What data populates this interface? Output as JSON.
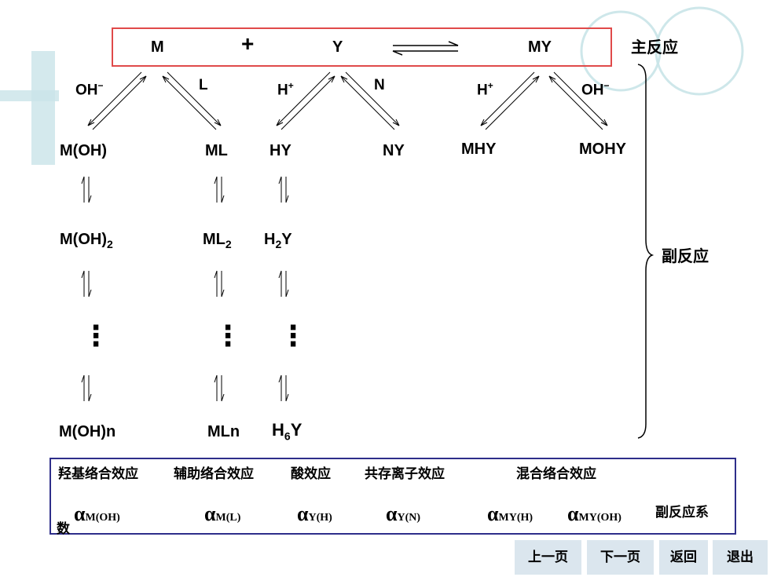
{
  "main_reaction": {
    "m": "M",
    "plus": "+",
    "y": "Y",
    "my": "MY",
    "label": "主反应"
  },
  "reagents": {
    "oh_left": "OH",
    "oh_left_charge": "−",
    "l": "L",
    "h_left": "H",
    "h_left_charge": "+",
    "n": "N",
    "h_right": "H",
    "h_right_charge": "+",
    "oh_right": "OH",
    "oh_right_charge": "−"
  },
  "species": {
    "m_oh": "M(OH)",
    "ml": "ML",
    "hy": "HY",
    "ny": "NY",
    "mhy": "MHY",
    "mohy": "MOHY",
    "m_oh_2": "M(OH)",
    "m_oh_2_sub": "2",
    "ml_2": "ML",
    "ml_2_sub": "2",
    "h2y_h": "H",
    "h2y_sub": "2",
    "h2y_y": "Y",
    "m_oh_n": "M(OH)n",
    "ml_n": "MLn",
    "h6y_h": "H",
    "h6y_sub": "6",
    "h6y_y": "Y",
    "dots": "⋮"
  },
  "side_reaction_label": "副反应",
  "legend": {
    "effects": [
      "羟基络合效应",
      "辅助络合效应",
      "酸效应",
      "共存离子效应",
      "混合络合效应"
    ],
    "alpha_symbol": "α",
    "subscripts": [
      "M(OH)",
      "M(L)",
      "Y(H)",
      "Y(N)",
      "MY(H)",
      "MY(OH)"
    ],
    "coef_label_1": "副反应系",
    "coef_label_2": "数"
  },
  "nav": {
    "prev": "上一页",
    "next": "下一页",
    "back": "返回",
    "exit": "退出"
  },
  "colors": {
    "main_box_border": "#e04a4a",
    "legend_border": "#2e2e8a",
    "nav_bg": "#dbe6ee",
    "decor": "#c9e4e8"
  }
}
